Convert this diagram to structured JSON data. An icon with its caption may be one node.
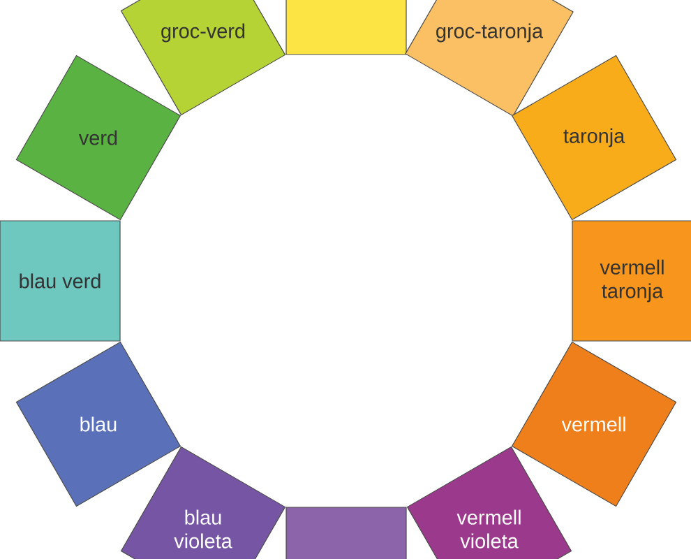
{
  "diagram": {
    "nodes": [
      {
        "text": [],
        "shape": "box"
      },
      {
        "text": [
          "groc-taronja"
        ]
      },
      {
        "text": [
          "taronja"
        ]
      },
      {
        "text": [
          "vermell taronja"
        ]
      },
      {
        "text": [
          "vermell"
        ]
      },
      {
        "text": [
          "vermell violeta"
        ]
      },
      {
        "text": [],
        "shape": "box"
      },
      {
        "text": [
          "blau violeta"
        ]
      },
      {
        "text": [
          "blau"
        ]
      },
      {
        "text": [
          "blau verd"
        ]
      },
      {
        "text": [
          "verd"
        ]
      },
      {
        "text": [
          "groc-verd"
        ]
      }
    ]
  }
}
